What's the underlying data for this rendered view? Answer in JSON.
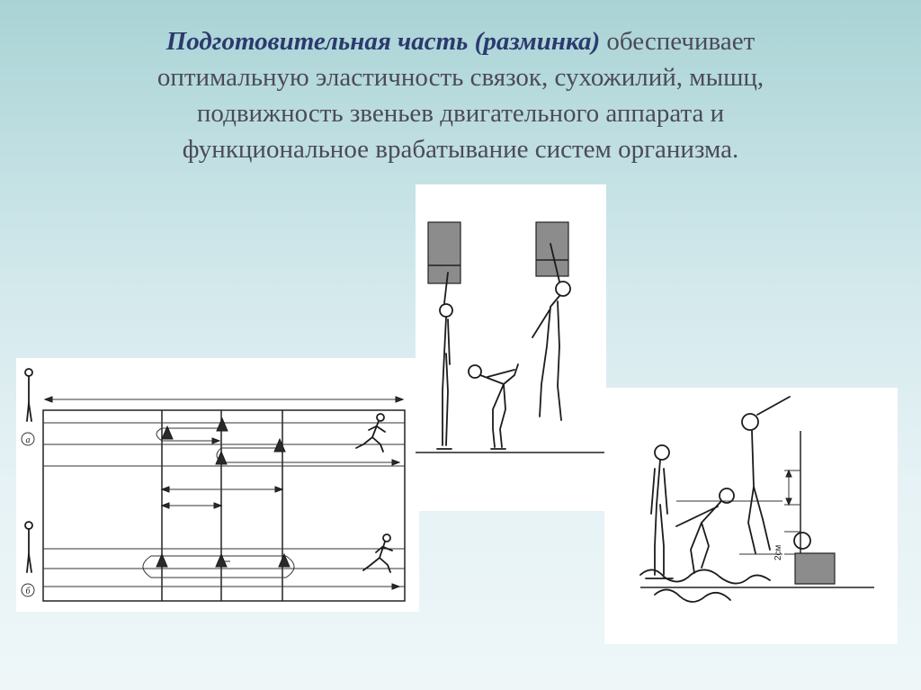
{
  "heading": {
    "emphasis": "Подготовительная часть (разминка)",
    "line1_rest": " обеспечивает",
    "line2": "оптимальную эластичность связок, сухожилий, мышц,",
    "line3": "подвижность звеньев двигательного аппарата и",
    "line4": "функциональное врабатывание систем организма."
  },
  "court_figure": {
    "label_a": "а",
    "label_b": "б"
  },
  "measure_figure": {
    "scale_label": "2см"
  }
}
